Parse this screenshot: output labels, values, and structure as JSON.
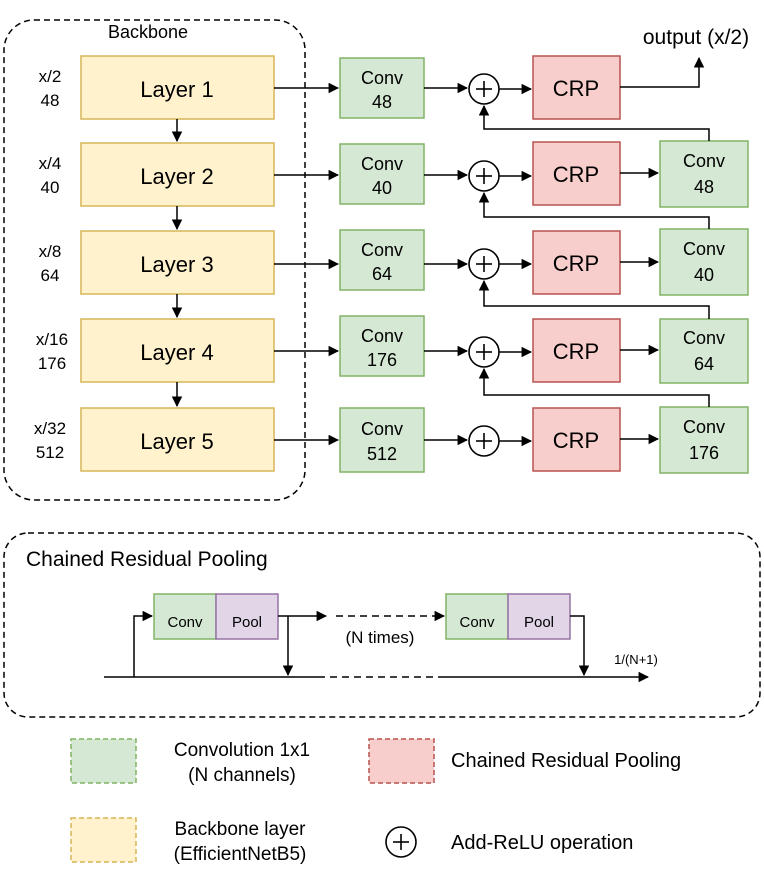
{
  "backbone": {
    "title": "Backbone",
    "layers": [
      {
        "label": "Layer 1",
        "scale": "x/2",
        "channels": "48"
      },
      {
        "label": "Layer 2",
        "scale": "x/4",
        "channels": "40"
      },
      {
        "label": "Layer 3",
        "scale": "x/8",
        "channels": "64"
      },
      {
        "label": "Layer 4",
        "scale": "x/16",
        "channels": "176"
      },
      {
        "label": "Layer 5",
        "scale": "x/32",
        "channels": "512"
      }
    ]
  },
  "lateral_convs": [
    {
      "label": "Conv",
      "channels": "48"
    },
    {
      "label": "Conv",
      "channels": "40"
    },
    {
      "label": "Conv",
      "channels": "64"
    },
    {
      "label": "Conv",
      "channels": "176"
    },
    {
      "label": "Conv",
      "channels": "512"
    }
  ],
  "crp_label": "CRP",
  "up_convs": [
    {
      "label": "Conv",
      "channels": "48"
    },
    {
      "label": "Conv",
      "channels": "40"
    },
    {
      "label": "Conv",
      "channels": "64"
    },
    {
      "label": "Conv",
      "channels": "176"
    }
  ],
  "output_label": "output (x/2)",
  "crp_detail": {
    "title": "Chained Residual Pooling",
    "conv_label": "Conv",
    "pool_label": "Pool",
    "repeat_label": "(N times)",
    "scale_label": "1/(N+1)"
  },
  "legend": {
    "conv": "Convolution 1x1",
    "conv_sub": "(N channels)",
    "crp": "Chained Residual Pooling",
    "backbone": "Backbone layer",
    "backbone_sub": "(EfficientNetB5)",
    "add": "Add-ReLU operation"
  },
  "colors": {
    "backbone_fill": "#fff2cc",
    "backbone_stroke": "#d6b656",
    "conv_fill": "#d5e8d4",
    "conv_stroke": "#82b366",
    "crp_fill": "#f8cecc",
    "crp_stroke": "#b85450",
    "pool_fill": "#e1d5e7",
    "pool_stroke": "#9673a6"
  }
}
